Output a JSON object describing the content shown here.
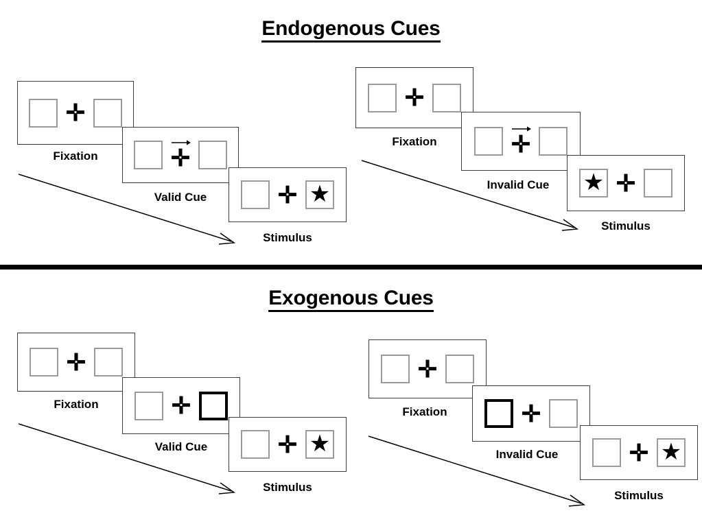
{
  "sections": [
    {
      "id": "endogenous",
      "title": "Endogenous Cues"
    },
    {
      "id": "exogenous",
      "title": "Exogenous Cues"
    }
  ],
  "captions": {
    "fixation": "Fixation",
    "valid_cue": "Valid Cue",
    "invalid_cue": "Invalid Cue",
    "stimulus": "Stimulus"
  },
  "symbols": {
    "fixation_cross": "✛",
    "target_star": "★",
    "cue_arrow": "right-arrow"
  },
  "colors": {
    "panel_border": "#3a3a3a",
    "box_border": "#9a9a9a",
    "cued_box_border": "#000000",
    "symbol": "#000000",
    "divider": "#000000",
    "background": "#ffffff"
  },
  "sequences": [
    {
      "id": "endogenous-valid",
      "section": "Endogenous Cues",
      "cue_type": "endogenous",
      "validity": "valid",
      "frames": [
        {
          "caption": "Fixation",
          "left": "empty",
          "right": "empty",
          "center": "plus",
          "cue": "none"
        },
        {
          "caption": "Valid Cue",
          "left": "empty",
          "right": "empty",
          "center": "plus",
          "cue": "arrow-right"
        },
        {
          "caption": "Stimulus",
          "left": "empty",
          "right": "star",
          "center": "plus",
          "cue": "none"
        }
      ]
    },
    {
      "id": "endogenous-invalid",
      "section": "Endogenous Cues",
      "cue_type": "endogenous",
      "validity": "invalid",
      "frames": [
        {
          "caption": "Fixation",
          "left": "empty",
          "right": "empty",
          "center": "plus",
          "cue": "none"
        },
        {
          "caption": "Invalid Cue",
          "left": "empty",
          "right": "empty",
          "center": "plus",
          "cue": "arrow-right"
        },
        {
          "caption": "Stimulus",
          "left": "star",
          "right": "empty",
          "center": "plus",
          "cue": "none"
        }
      ]
    },
    {
      "id": "exogenous-valid",
      "section": "Exogenous Cues",
      "cue_type": "exogenous",
      "validity": "valid",
      "frames": [
        {
          "caption": "Fixation",
          "left": "empty",
          "right": "empty",
          "center": "plus",
          "cue": "none"
        },
        {
          "caption": "Valid Cue",
          "left": "empty",
          "right": "cued",
          "center": "plus",
          "cue": "none"
        },
        {
          "caption": "Stimulus",
          "left": "empty",
          "right": "star",
          "center": "plus",
          "cue": "none"
        }
      ]
    },
    {
      "id": "exogenous-invalid",
      "section": "Exogenous Cues",
      "cue_type": "exogenous",
      "validity": "invalid",
      "frames": [
        {
          "caption": "Fixation",
          "left": "empty",
          "right": "empty",
          "center": "plus",
          "cue": "none"
        },
        {
          "caption": "Invalid Cue",
          "left": "cued",
          "right": "empty",
          "center": "plus",
          "cue": "none"
        },
        {
          "caption": "Stimulus",
          "left": "empty",
          "right": "star",
          "center": "plus",
          "cue": "none"
        }
      ]
    }
  ]
}
